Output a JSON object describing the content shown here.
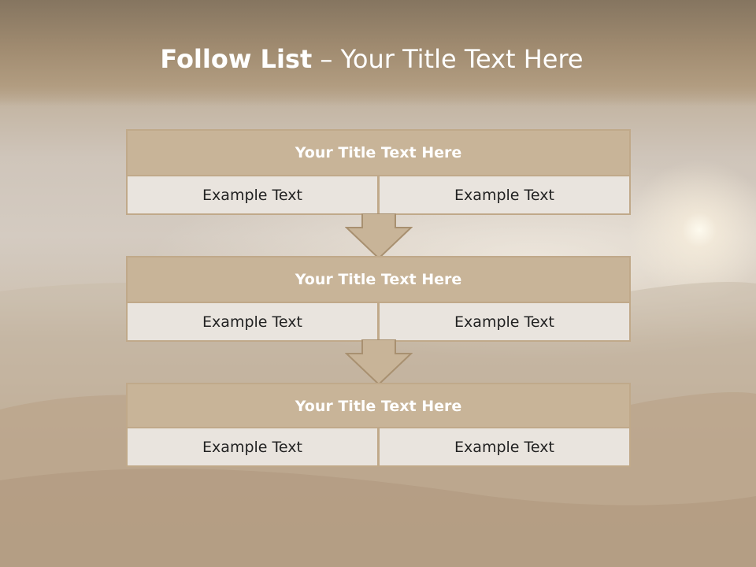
{
  "slide": {
    "title_bold": "Follow List",
    "title_rest": "– Your Title Text Here"
  },
  "steps": [
    {
      "title": "Your Title Text Here",
      "left": "Example Text",
      "right": "Example Text"
    },
    {
      "title": "Your Title Text Here",
      "left": "Example Text",
      "right": "Example Text"
    },
    {
      "title": "Your Title Text Here",
      "left": "Example Text",
      "right": "Example Text"
    }
  ],
  "colors": {
    "block_title_fill": "#c8b498",
    "block_border": "#c0a98a",
    "cell_fill": "#e9e4de",
    "arrow_fill": "#c8b498"
  }
}
